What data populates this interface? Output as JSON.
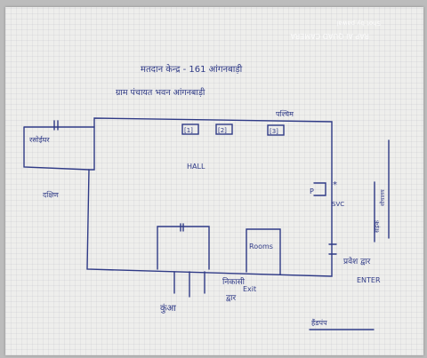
{
  "watermark": {
    "line1": "Shot by pawal",
    "line2": "RAP AI QUAD CAMERA"
  },
  "title": {
    "line1": "मतदान केन्द्र - 161 आंगनबाड़ी",
    "line2": "ग्राम पंचायत भवन आंगनबाड़ी"
  },
  "labels": {
    "paschim": "पश्चिम",
    "kitchen": "रसोईघर",
    "dakshin": "दक्षिण",
    "hall": "HALL",
    "window_1": "[1]",
    "window_2": "[2]",
    "window_3": "[3]",
    "rooms": "Rooms",
    "nikasi": "निकासी",
    "dwar": "द्वार",
    "exit": "Exit",
    "kua": "कुंआ",
    "pravesh_dwar": "प्रवेश द्वार",
    "enter": "ENTER",
    "road": "सड़क",
    "toilet": "शौचालय",
    "handpump": "हैंडपंप",
    "p_mark": "P",
    "ink_color": "#2f3a86"
  }
}
